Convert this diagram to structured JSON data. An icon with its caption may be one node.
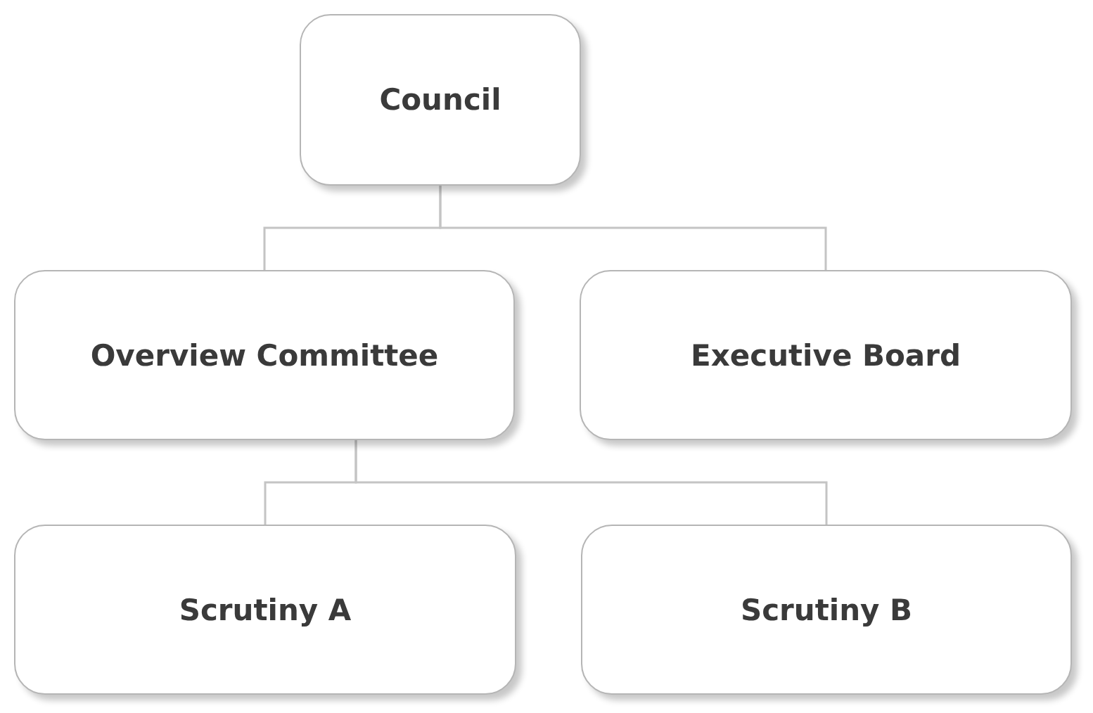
{
  "diagram": {
    "nodes": [
      {
        "text": [
          "Council"
        ]
      },
      {
        "text": [
          "Overview Committee"
        ]
      },
      {
        "text": [
          "Executive Board"
        ]
      },
      {
        "text": [
          "Scrutiny A"
        ]
      },
      {
        "text": [
          "Scrutiny B"
        ]
      }
    ],
    "edges": [
      {
        "from": 0,
        "to": 1,
        "arrow": "none"
      },
      {
        "from": 0,
        "to": 2,
        "arrow": "none"
      },
      {
        "from": 1,
        "to": 3,
        "arrow": "none"
      },
      {
        "from": 1,
        "to": 4,
        "arrow": "none"
      }
    ]
  }
}
